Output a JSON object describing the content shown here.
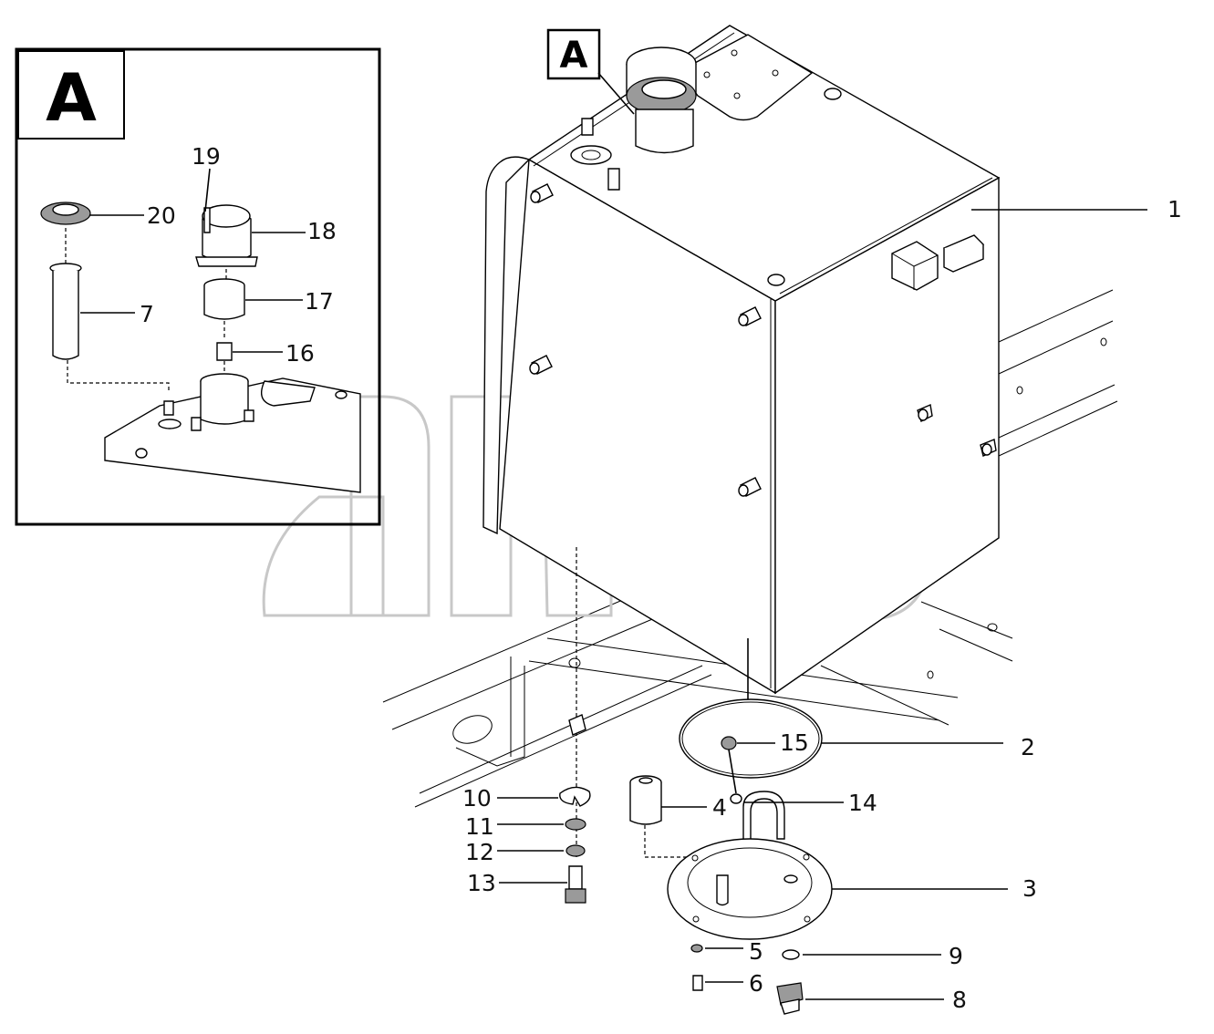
{
  "detail": {
    "letter": "A"
  },
  "callout": {
    "letter": "A"
  },
  "watermark": {
    "text": "TM"
  },
  "labels": {
    "p1": "1",
    "p2": "2",
    "p3": "3",
    "p4": "4",
    "p5": "5",
    "p6": "6",
    "p7": "7",
    "p8": "8",
    "p9": "9",
    "p10": "10",
    "p11": "11",
    "p12": "12",
    "p13": "13",
    "p14": "14",
    "p15": "15",
    "p16": "16",
    "p17": "17",
    "p18": "18",
    "p19": "19",
    "p20": "20"
  }
}
